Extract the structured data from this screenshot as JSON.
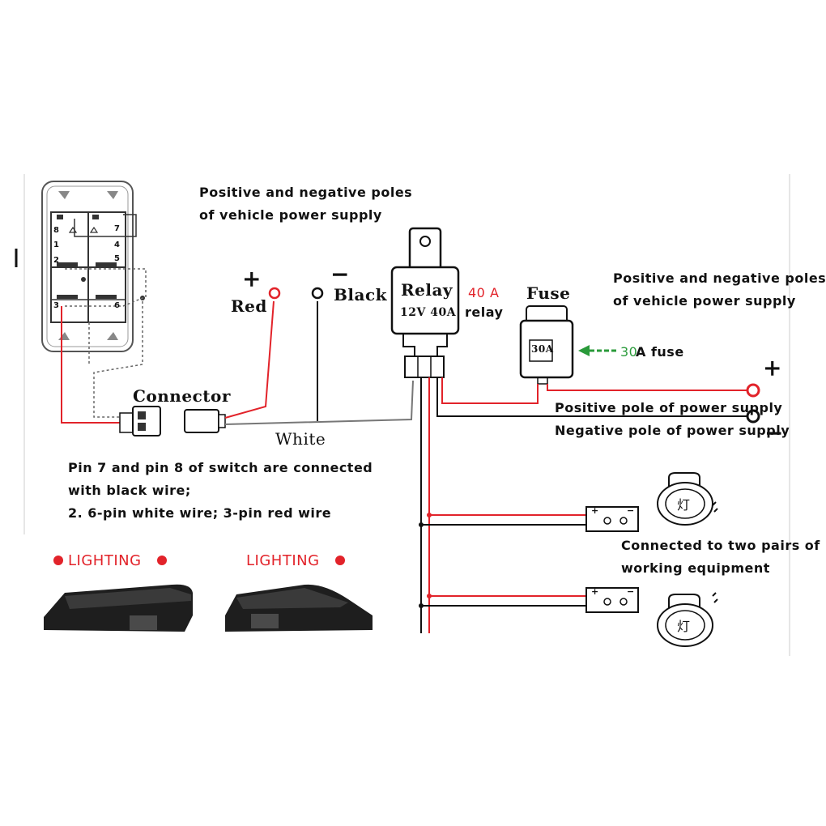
{
  "labels": {
    "top_poles": [
      "Positive and negative poles",
      "of vehicle power supply"
    ],
    "right_poles": [
      "Positive and negative poles",
      "of vehicle power supply"
    ],
    "plus_symbol": "+",
    "minus_symbol": "−",
    "red_label": "Red",
    "black_label": "Black",
    "relay_title": "Relay",
    "relay_rating": "12V 40A",
    "relay_note_value": "40 A",
    "relay_note_word": "relay",
    "fuse_title": "Fuse",
    "fuse_rating": "30A",
    "fuse_note_value": "30",
    "fuse_note_word": "A fuse",
    "connector_label": "Connector",
    "white_label": "White",
    "positive_pole": "Positive pole of power supply",
    "negative_pole": "Negative pole of power supply",
    "switch_notes": [
      "Pin 7 and pin 8 of switch are connected",
      "with black wire;",
      "2. 6-pin white wire; 3-pin red wire"
    ],
    "equipment_note": [
      "Connected to two pairs of",
      "working equipment"
    ],
    "lighting_1": "LIGHTING",
    "lighting_2": "LIGHTING",
    "lamp_glyph": "灯",
    "pin_numbers": {
      "p8": "8",
      "p7": "7",
      "p1": "1",
      "p4": "4",
      "p2": "2",
      "p5": "5",
      "p3": "3",
      "p6": "6"
    },
    "terminal_plus": "+",
    "terminal_minus": "−"
  },
  "colors": {
    "wire_red": "#e2232a",
    "wire_black": "#111111",
    "note_red": "#e2232a",
    "note_green": "#2a9a3a"
  }
}
